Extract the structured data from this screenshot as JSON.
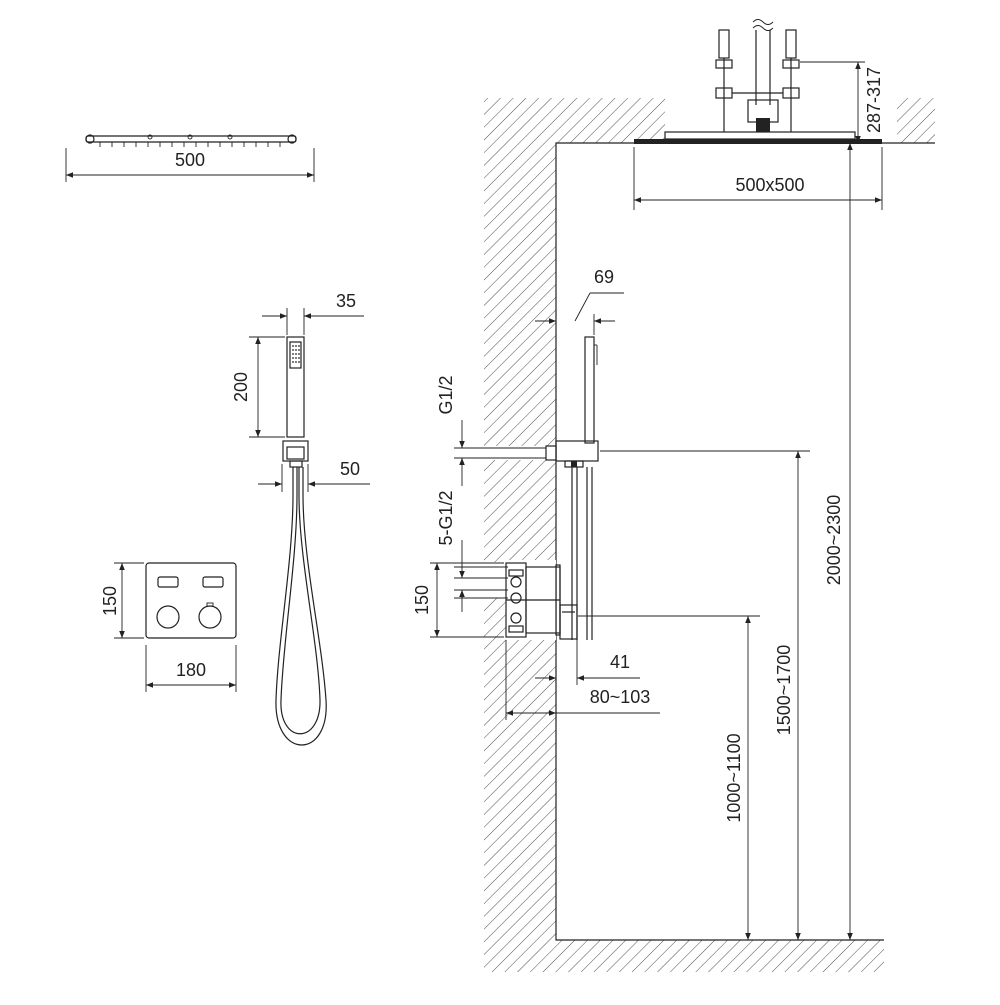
{
  "dimensions": {
    "head_width_top": "500",
    "head_size": "500x500",
    "arm_height": "287-317",
    "handshower_width": "35",
    "handshower_length": "200",
    "holder_width": "50",
    "panel_height_front": "150",
    "panel_width": "180",
    "bracket_projection": "69",
    "outlet_thread": "G1/2",
    "valve_threads": "5-G1/2",
    "valve_height_side": "150",
    "panel_projection": "41",
    "valve_depth": "80~103",
    "valve_mount_height": "1000~1100",
    "handshower_outlet_height": "1500~1700",
    "ceiling_height": "2000~2300"
  }
}
